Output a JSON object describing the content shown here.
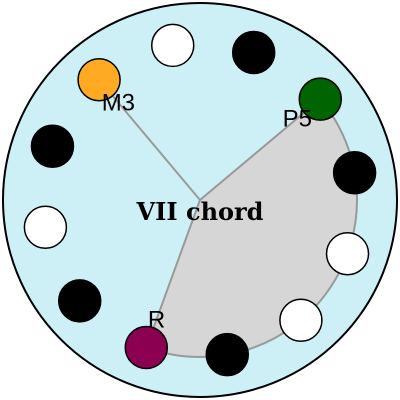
{
  "diagram": {
    "title": "VII chord",
    "colors": {
      "background_circle": "#cdf0f7",
      "sector_fill": "#d6d6d6",
      "sector_stroke": "#999999",
      "outline": "#000000"
    },
    "notes": [
      {
        "id": "n0",
        "fill": "#ffffff"
      },
      {
        "id": "n1",
        "fill": "#000000"
      },
      {
        "id": "n2",
        "fill": "#006400",
        "label": "P5"
      },
      {
        "id": "n3",
        "fill": "#000000"
      },
      {
        "id": "n4",
        "fill": "#ffffff"
      },
      {
        "id": "n5",
        "fill": "#ffffff"
      },
      {
        "id": "n6",
        "fill": "#000000"
      },
      {
        "id": "n7",
        "fill": "#8b0050",
        "label": "R"
      },
      {
        "id": "n8",
        "fill": "#000000"
      },
      {
        "id": "n9",
        "fill": "#ffffff"
      },
      {
        "id": "n10",
        "fill": "#000000"
      },
      {
        "id": "n11",
        "fill": "#ffaa22",
        "label": "M3"
      }
    ],
    "chord_notes": [
      "n7",
      "n11",
      "n2"
    ]
  }
}
